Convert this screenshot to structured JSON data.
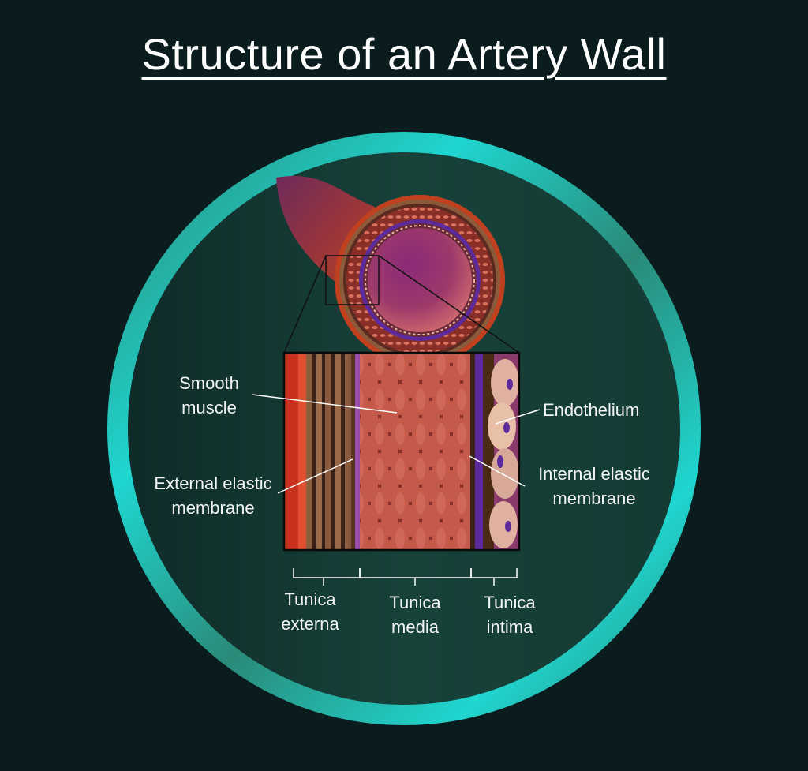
{
  "title": "Structure of an Artery Wall",
  "labels": {
    "smooth_muscle": [
      "Smooth",
      "muscle"
    ],
    "external_elastic": [
      "External elastic",
      "membrane"
    ],
    "endothelium": "Endothelium",
    "internal_elastic": [
      "Internal elastic",
      "membrane"
    ],
    "tunica_externa": [
      "Tunica",
      "externa"
    ],
    "tunica_media": [
      "Tunica",
      "media"
    ],
    "tunica_intima": [
      "Tunica",
      "intima"
    ]
  },
  "colors": {
    "background": "#0a1c1e",
    "ring_accent": "#1fd6d0",
    "circle_fill": "#163c36",
    "externa_red": "#c8321c",
    "muscle": "#b9503f",
    "elastic_purple": "#5c2a9a",
    "lumen": "#7e2a6a"
  }
}
